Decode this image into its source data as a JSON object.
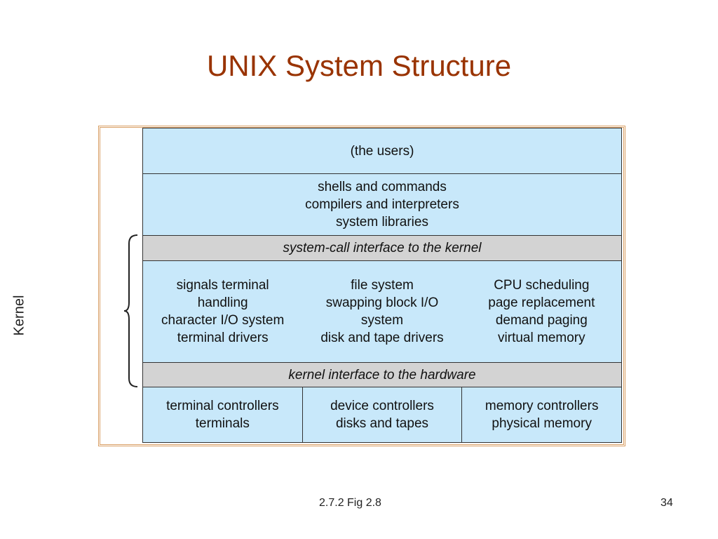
{
  "title": "UNIX System Structure",
  "kernel_label": "Kernel",
  "layers": {
    "users": "(the users)",
    "shells": "shells and commands\ncompilers and interpreters\nsystem libraries",
    "syscall": "system-call interface to the kernel",
    "kernel_cols": [
      "signals terminal\nhandling\ncharacter I/O system\nterminal drivers",
      "file system\nswapping block I/O\nsystem\ndisk and tape drivers",
      "CPU scheduling\npage replacement\ndemand paging\nvirtual memory"
    ],
    "hw_interface": "kernel interface to the hardware",
    "hardware_cols": [
      "terminal controllers\nterminals",
      "device controllers\ndisks and tapes",
      "memory controllers\nphysical memory"
    ]
  },
  "footer": {
    "caption": "2.7.2 Fig 2.8",
    "page_number": "34"
  }
}
